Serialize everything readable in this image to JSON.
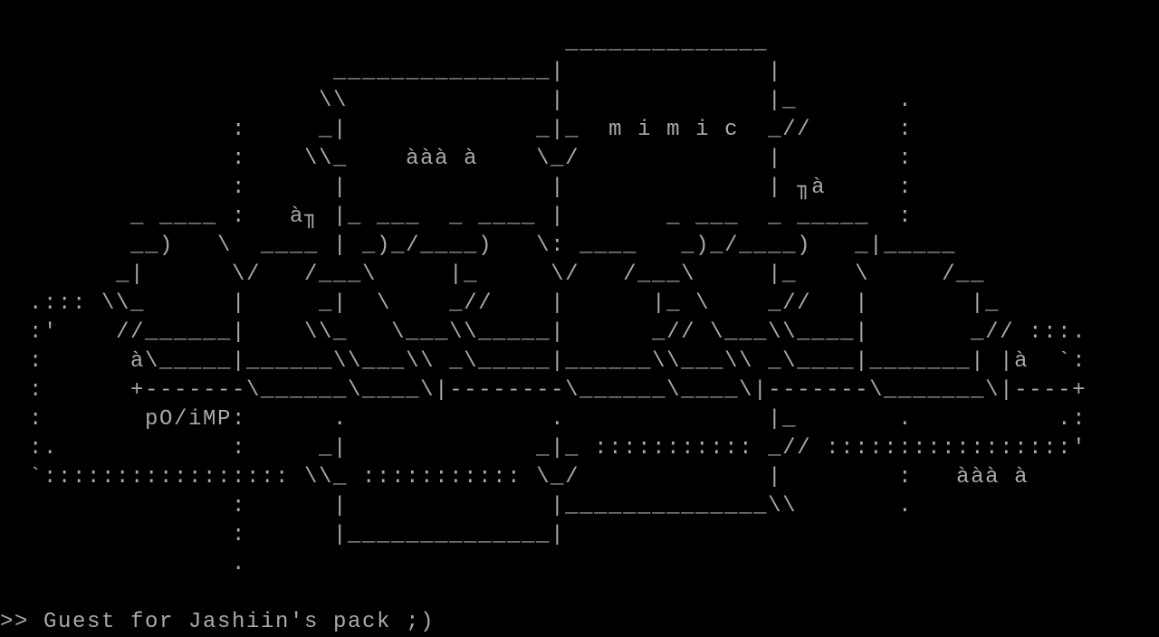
{
  "terminal": {
    "text_color": "#aaaaaa",
    "background_color": "#000000",
    "art_lines": [
      "",
      "                                       ______________",
      "                       _______________|              |",
      "                      \\\\              |              |_       .",
      "                :     _|             _|_  m i m i c  _//      :",
      "                :    \\\\_    ààà à    \\_/             |        :",
      "                :      |              |              | ╖à     :",
      "         _ ____ :   à╖ |_ ___  _ ____ |       _ ___  _ _____  :",
      "         __)   \\  ____ | _)_/____)   \\: ____   _)_/____)   _|_____",
      "        _|      \\/   /___\\     |_     \\/   /___\\     |_    \\     /__",
      "  .::: \\\\_      |     _|  \\    _//    |      |_ \\    _//   |       |_",
      "  :'    //______|    \\\\_   \\___\\\\_____|      _// \\___\\\\____|       _// :::.",
      "  :      à\\_____|______\\\\___\\\\ _\\_____|______\\\\___\\\\ _\\____|_______| |à  `:",
      "  :      +-------\\______\\____\\|--------\\______\\____\\|-------\\_______\\|----+",
      "  :       pO/iMP:      .              .              |_       .          .:",
      "  :.            :     _|             _|_ ::::::::::: _// :::::::::::::::::'",
      "  `::::::::::::::::: \\\\_ ::::::::::: \\_/             |        :   ààà à",
      "                :      |              |______________\\\\       .",
      "                :      |______________|",
      "                .",
      ""
    ],
    "prompt_line": ">> Guest for Jashiin's pack ;)"
  }
}
